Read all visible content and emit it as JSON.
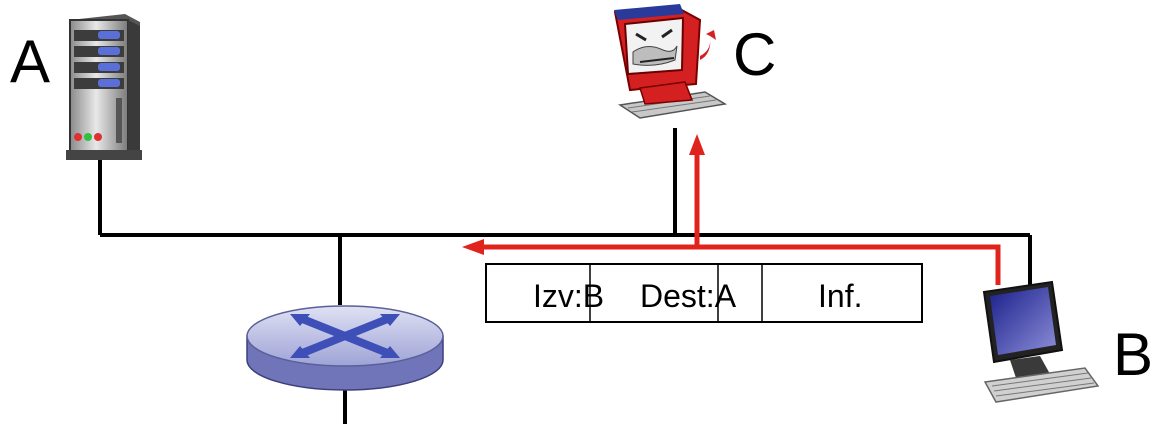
{
  "nodes": {
    "server_a": {
      "label": "A",
      "icon": "server-icon"
    },
    "attacker_c": {
      "label": "C",
      "icon": "devil-computer-icon"
    },
    "host_b": {
      "label": "B",
      "icon": "desktop-computer-icon"
    },
    "router": {
      "icon": "router-icon"
    }
  },
  "packet": {
    "fields": [
      "Izv:B",
      "Dest:A",
      "Inf."
    ]
  },
  "colors": {
    "link": "#000000",
    "attack_path": "#e0231c",
    "router_top": "#b9bde0",
    "router_side": "#6f75b8",
    "router_cross": "#3e4fb8"
  }
}
